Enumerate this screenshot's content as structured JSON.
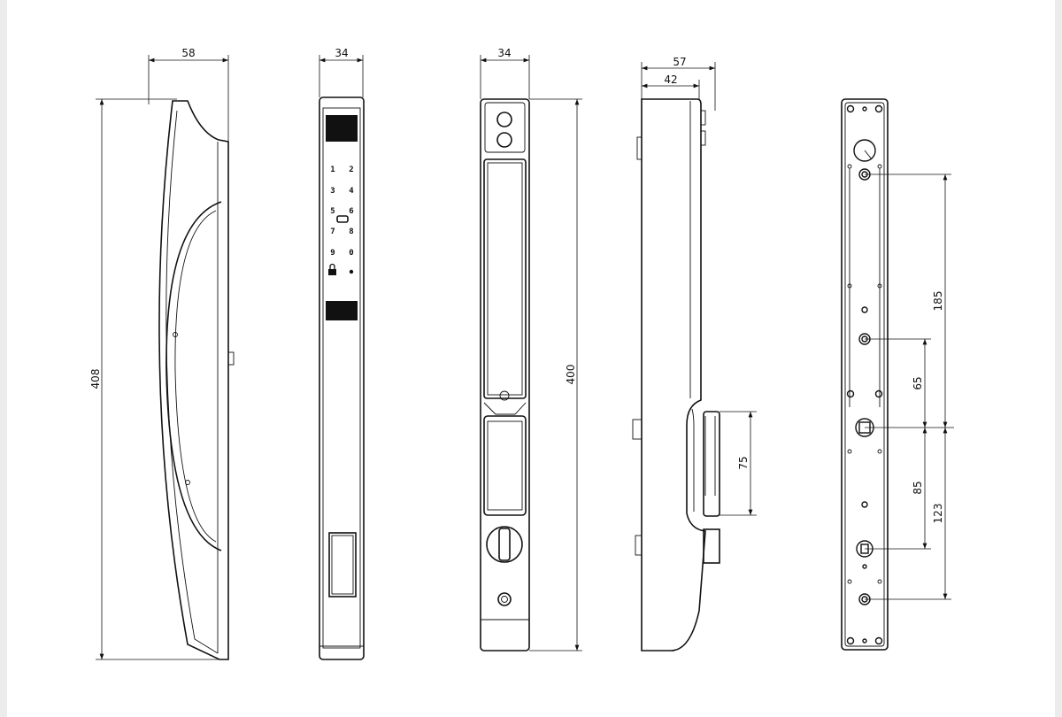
{
  "drawing": {
    "views": [
      {
        "name": "side-profile",
        "dimensions": {
          "width": "58",
          "height": "408"
        }
      },
      {
        "name": "front-keypad",
        "dimensions": {
          "width": "34"
        },
        "keypad_keys": [
          "1",
          "2",
          "3",
          "4",
          "5",
          "6",
          "7",
          "8",
          "9",
          "0"
        ]
      },
      {
        "name": "back-handle",
        "dimensions": {
          "width": "34",
          "height": "400"
        }
      },
      {
        "name": "side-handle",
        "dimensions": {
          "width_total": "57",
          "width_body": "42",
          "handle_height": "75"
        }
      },
      {
        "name": "mortise-plate",
        "dimensions": {
          "top_to_center": "185",
          "upper_to_center": "65",
          "center_to_lower": "85",
          "center_to_bottom": "123"
        }
      }
    ],
    "line_color": "#111111",
    "paper_color": "#ffffff"
  }
}
